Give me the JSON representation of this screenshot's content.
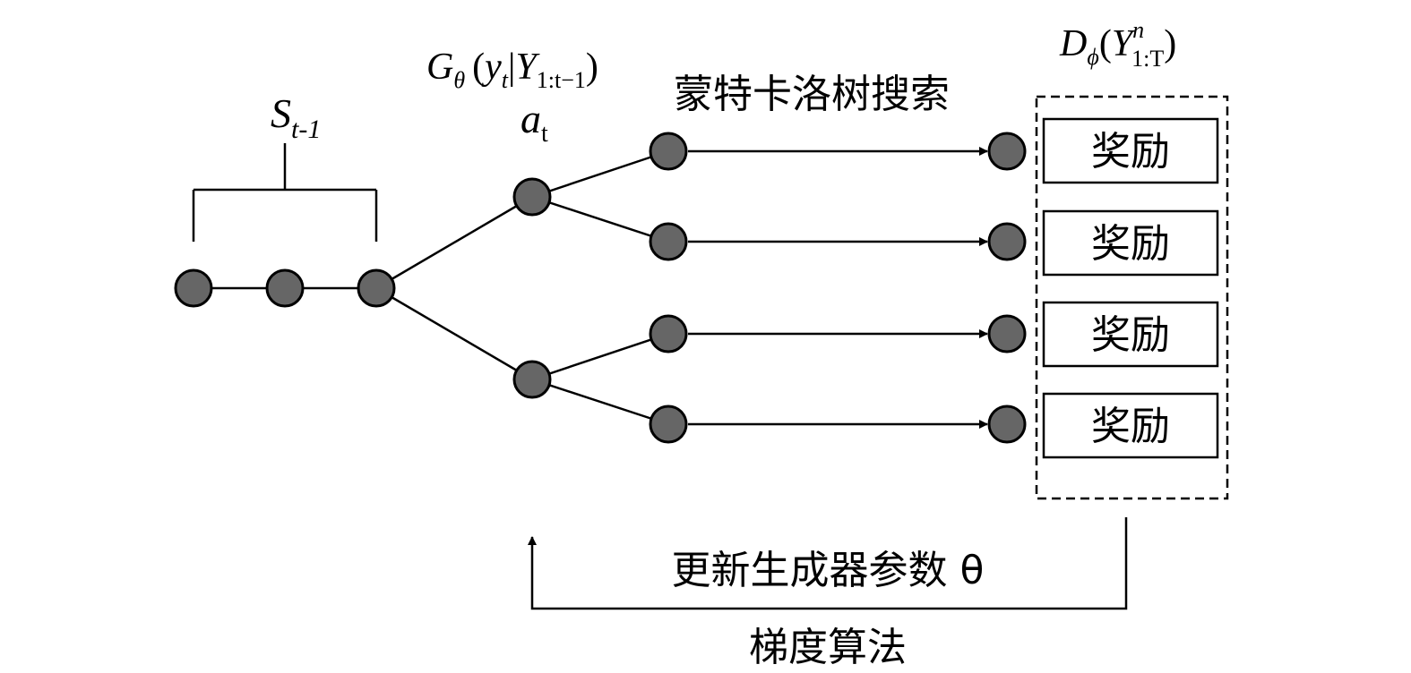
{
  "state_label": {
    "base": "S",
    "sub": "t-1"
  },
  "generator_label": {
    "G": "G",
    "G_sub": "θ",
    "open": "(",
    "y": "y",
    "y_sub": "t",
    "bar": "|",
    "Y": "Y",
    "Y_sub": "1:t−1",
    "close": ")"
  },
  "action_label": {
    "base": "a",
    "sub": "t"
  },
  "mcts_label": "蒙特卡洛树搜索",
  "discriminator_label": {
    "D": "D",
    "D_sub": "ϕ",
    "open": "(",
    "Y": "Y",
    "Y_sup": "n",
    "Y_sub": "1:T",
    "close": ")"
  },
  "reward_labels": [
    "奖励",
    "奖励",
    "奖励",
    "奖励"
  ],
  "update_label": "更新生成器参数 θ",
  "gradient_label": "梯度算法"
}
